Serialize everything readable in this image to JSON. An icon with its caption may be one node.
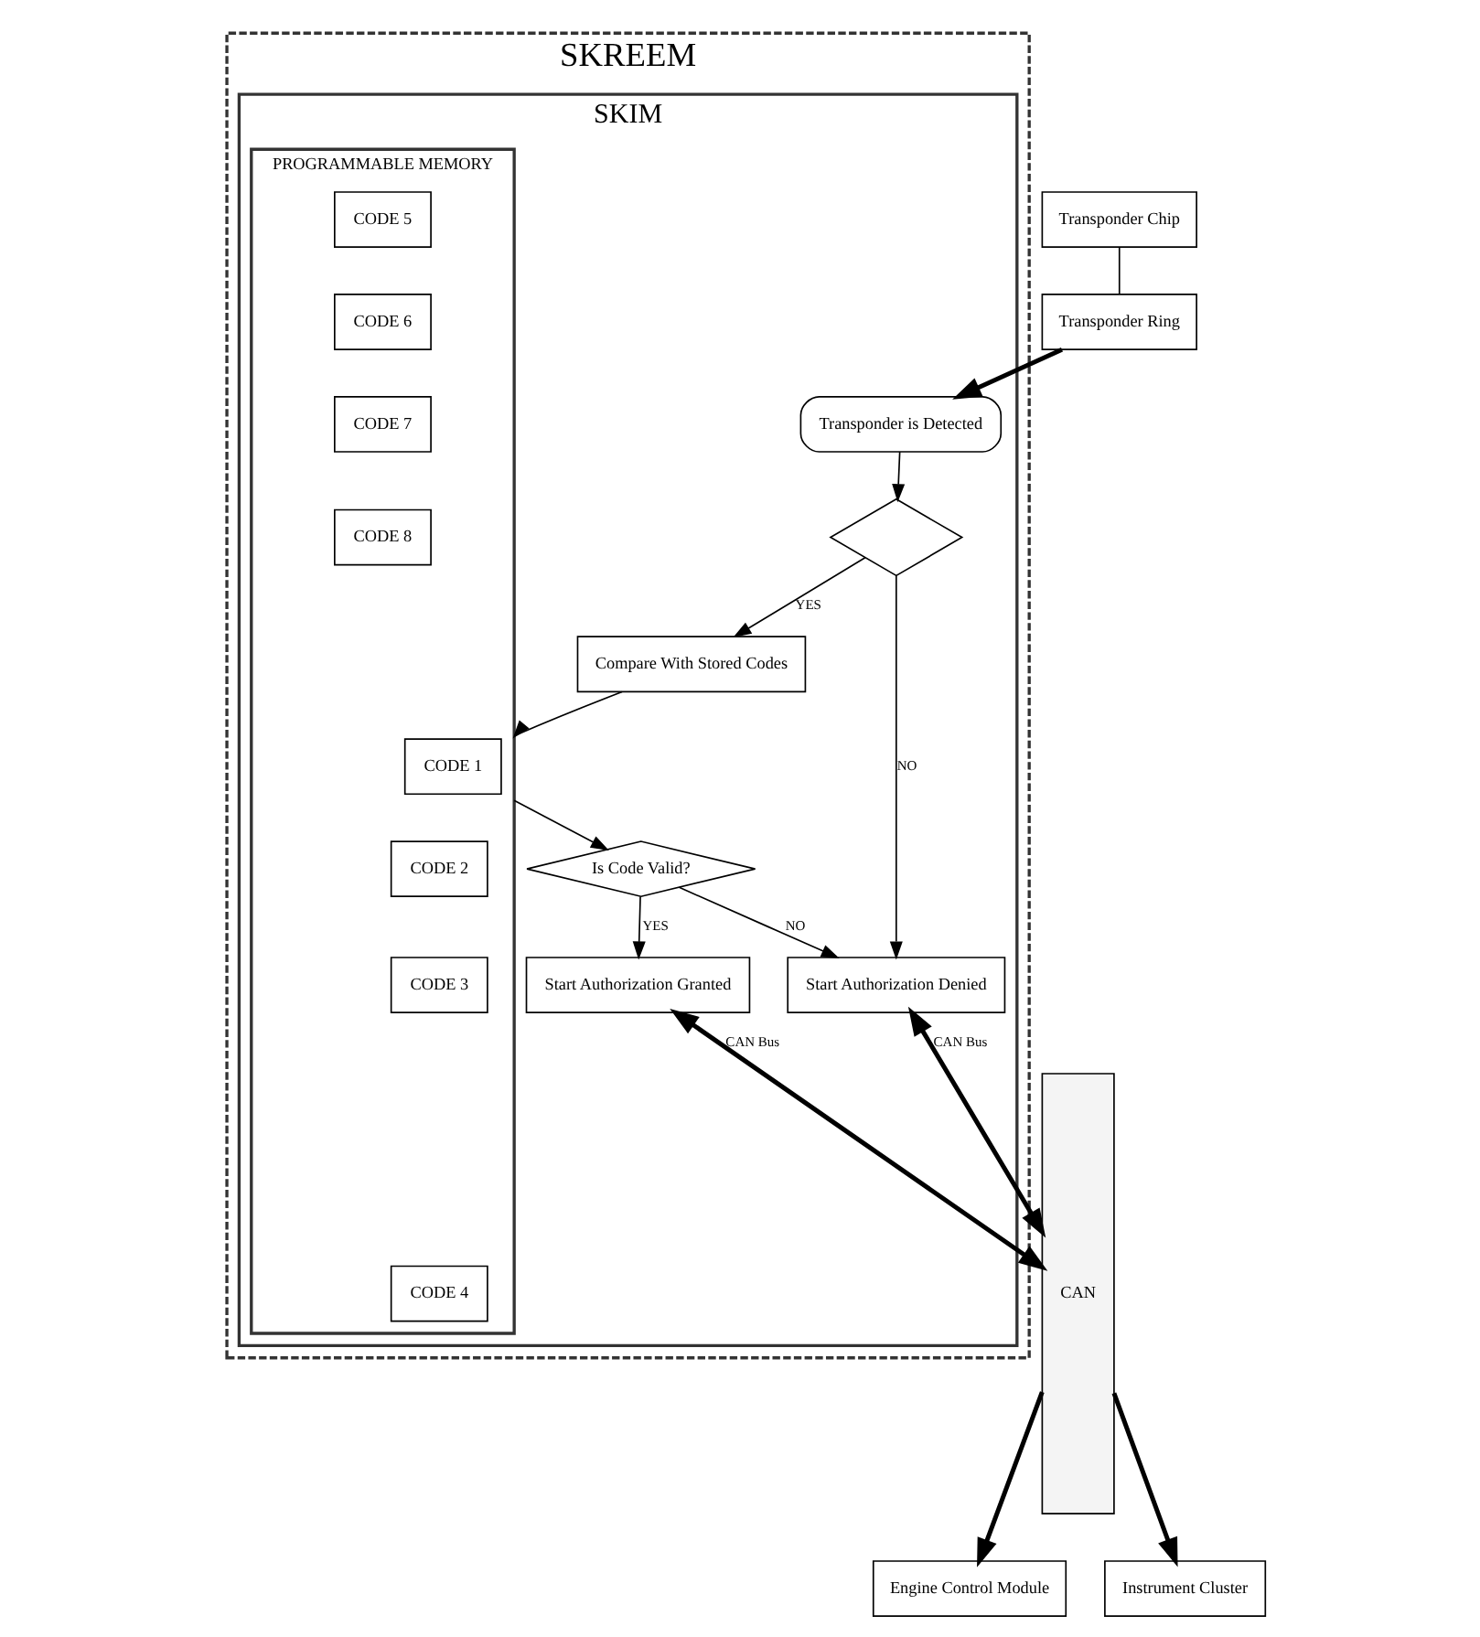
{
  "diagram": {
    "nodes": [
      {
        "text": [
          "SKREEM"
        ]
      },
      {
        "text": [
          "SKIM"
        ],
        "in": 0
      },
      {
        "text": [
          "Transponder Chip"
        ]
      },
      {
        "text": [
          "Transponder Ring"
        ]
      },
      {
        "text": [
          "Transponder is Detected"
        ],
        "in": 1
      },
      {
        "text": [],
        "shape": "diamond",
        "in": 1
      },
      {
        "text": [
          "Compare With Stored Codes"
        ],
        "in": 1
      },
      {
        "text": [
          "PROGRAMMABLE MEMORY"
        ],
        "in": 1
      },
      {
        "text": [
          "CODE 1"
        ],
        "in": 7
      },
      {
        "text": [
          "CODE 5"
        ],
        "in": 7
      },
      {
        "text": [
          "CODE 2"
        ],
        "in": 7
      },
      {
        "text": [
          "CODE 6"
        ],
        "in": 7
      },
      {
        "text": [
          "CODE 3"
        ],
        "in": 7
      },
      {
        "text": [
          "CODE 7"
        ],
        "in": 7
      },
      {
        "text": [
          "CODE 4"
        ],
        "in": 7
      },
      {
        "text": [
          "CODE 8"
        ],
        "in": 7
      },
      {
        "text": [
          "Is Code Valid?"
        ],
        "in": 1
      },
      {
        "text": [
          "Start Authorization Granted"
        ],
        "in": 1
      },
      {
        "text": [
          "Start Authorization Denied"
        ],
        "in": 1
      },
      {
        "text": [
          "CAN"
        ]
      },
      {
        "text": [
          "Engine Control Module"
        ]
      },
      {
        "text": [
          "Instrument Cluster"
        ]
      }
    ],
    "edges": [
      {
        "from": 2,
        "to": 3,
        "arrow": "none"
      },
      {
        "from": 3,
        "to": 4,
        "arrow": "to",
        "style": "thick"
      },
      {
        "from": 4,
        "to": 5,
        "arrow": "to"
      },
      {
        "from": 5,
        "to": 6,
        "arrow": "to",
        "label": "YES"
      },
      {
        "from": 5,
        "to": 18,
        "arrow": "to",
        "label": "NO"
      },
      {
        "from": 6,
        "to": 7,
        "arrow": "to"
      },
      {
        "from": 7,
        "to": 16,
        "arrow": "to"
      },
      {
        "from": 16,
        "to": 17,
        "arrow": "to",
        "label": "YES"
      },
      {
        "from": 16,
        "to": 18,
        "arrow": "to",
        "label": "NO"
      },
      {
        "from": 17,
        "to": 19,
        "arrow": "both",
        "label": "CAN Bus",
        "style": "thick"
      },
      {
        "from": 18,
        "to": 19,
        "arrow": "both",
        "label": "CAN Bus",
        "style": "thick"
      },
      {
        "from": 19,
        "to": 20,
        "arrow": "to",
        "style": "thick"
      },
      {
        "from": 19,
        "to": 21,
        "arrow": "to",
        "style": "thick"
      }
    ]
  }
}
